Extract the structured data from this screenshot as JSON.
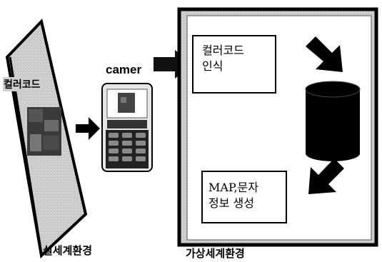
{
  "real_world": {
    "panel_label": "컬러코드",
    "caption": "실세계환경"
  },
  "device": {
    "label": "camer"
  },
  "virtual_world": {
    "step_recognize": "컬러코드\n인식",
    "step_generate": "MAP,문자\n정보 생성",
    "caption": "가상세계환경"
  },
  "icons": [
    "arrow-icon",
    "database-icon",
    "mobile-phone-icon"
  ]
}
